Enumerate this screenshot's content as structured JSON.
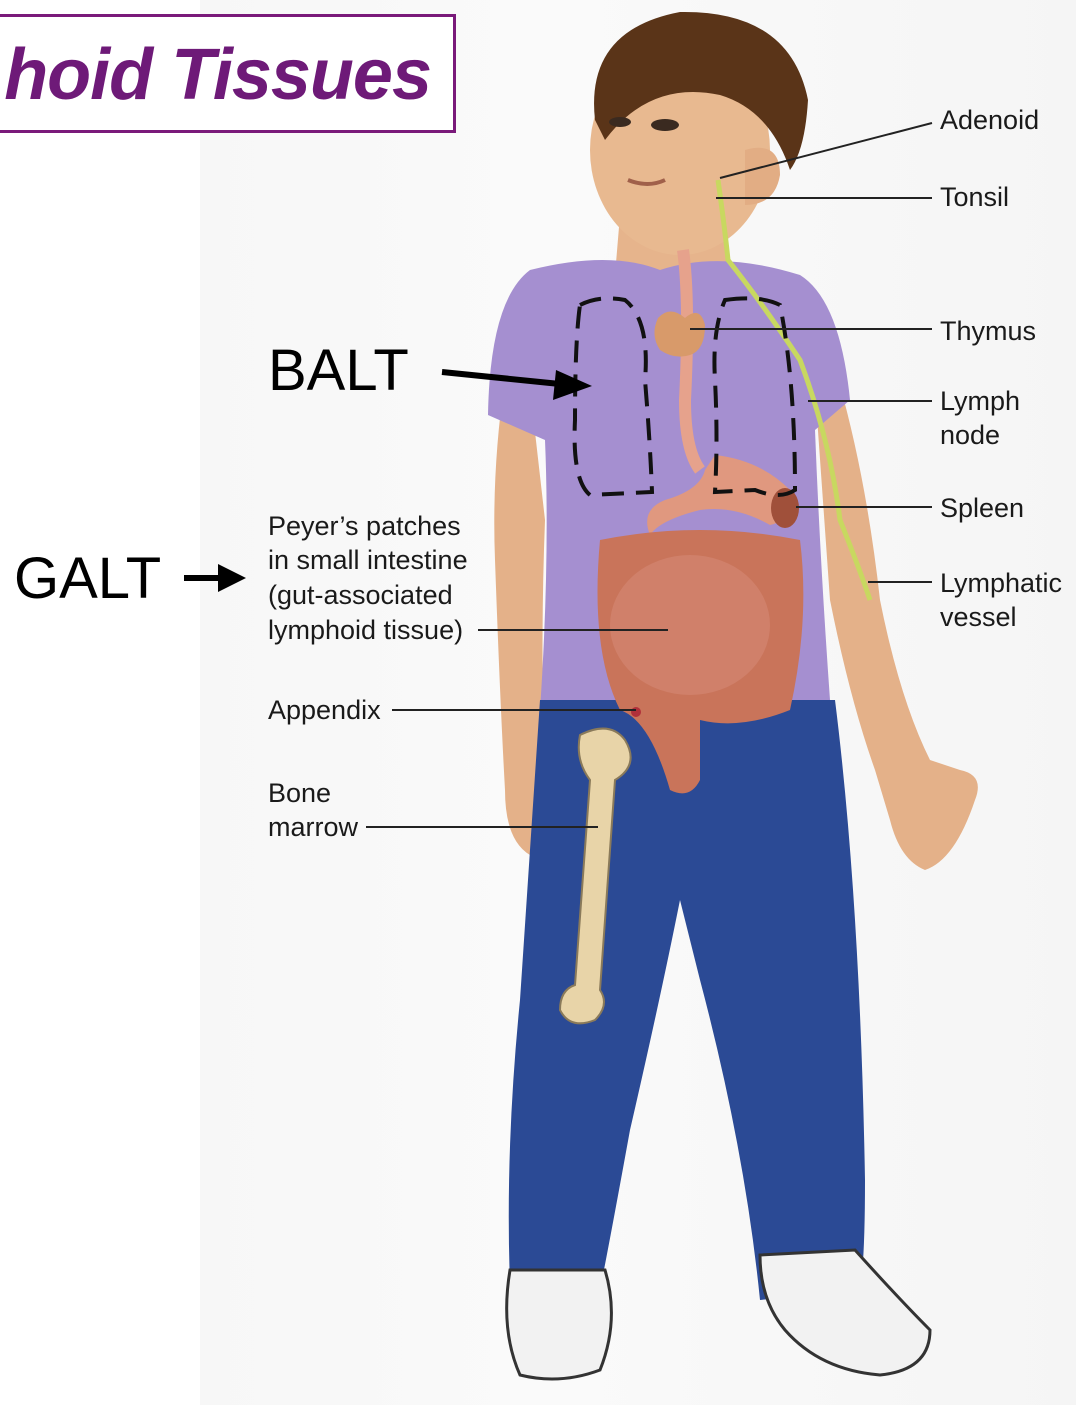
{
  "title": "hoid Tissues",
  "annotations": {
    "balt": "BALT",
    "galt": "GALT"
  },
  "labels": {
    "adenoid": "Adenoid",
    "tonsil": "Tonsil",
    "thymus": "Thymus",
    "lymph_node": [
      "Lymph",
      "node"
    ],
    "spleen": "Spleen",
    "lymphatic_vessel": [
      "Lymphatic",
      "vessel"
    ],
    "peyers": [
      "Peyer’s patches",
      "in small intestine",
      "(gut-associated",
      "lymphoid tissue)"
    ],
    "appendix": "Appendix",
    "bone_marrow": [
      "Bone",
      "marrow"
    ]
  },
  "colors": {
    "title": "#6e1a78",
    "title_border": "#7a1a7a",
    "shirt": "#a58fd0",
    "jeans": "#2b4a95",
    "skin": "#e6b48c",
    "hair": "#5a3418",
    "lymph": "#c8d860",
    "intestine": "#c9745a",
    "bone": "#e8d4a8"
  }
}
